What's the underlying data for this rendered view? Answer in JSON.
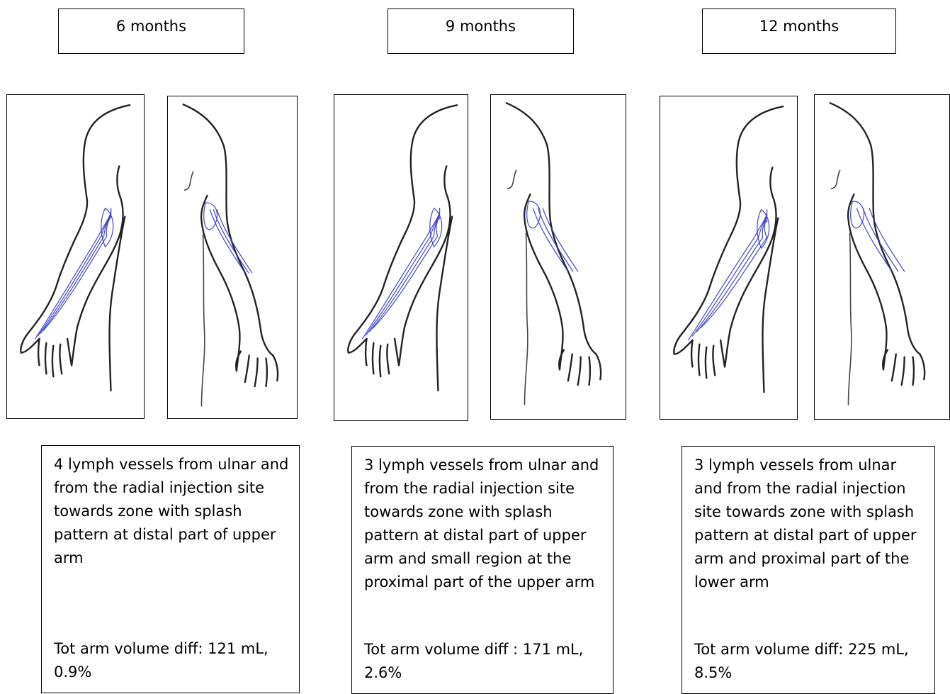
{
  "panels": [
    {
      "timepoint": "6 months",
      "description": "4 lymph vessels from ulnar and from the radial injection site towards zone with splash pattern at distal part of upper arm",
      "volume": "Tot arm volume diff: 121 mL, 0.9%"
    },
    {
      "timepoint": "9 months",
      "description": "3 lymph vessels from ulnar and from the radial injection site towards zone with splash pattern at distal part of upper arm and small region at the proximal part of the upper arm",
      "volume": "Tot arm volume diff : 171 mL, 2.6%"
    },
    {
      "timepoint": "12 months",
      "description": "3 lymph vessels from ulnar and from the radial injection site towards zone with splash pattern at distal part of upper arm and proximal part of the lower arm",
      "volume": "Tot arm volume diff: 225 mL, 8.5%"
    }
  ],
  "colors": {
    "vessel": "#3b3fc4",
    "outline": "#222222"
  }
}
